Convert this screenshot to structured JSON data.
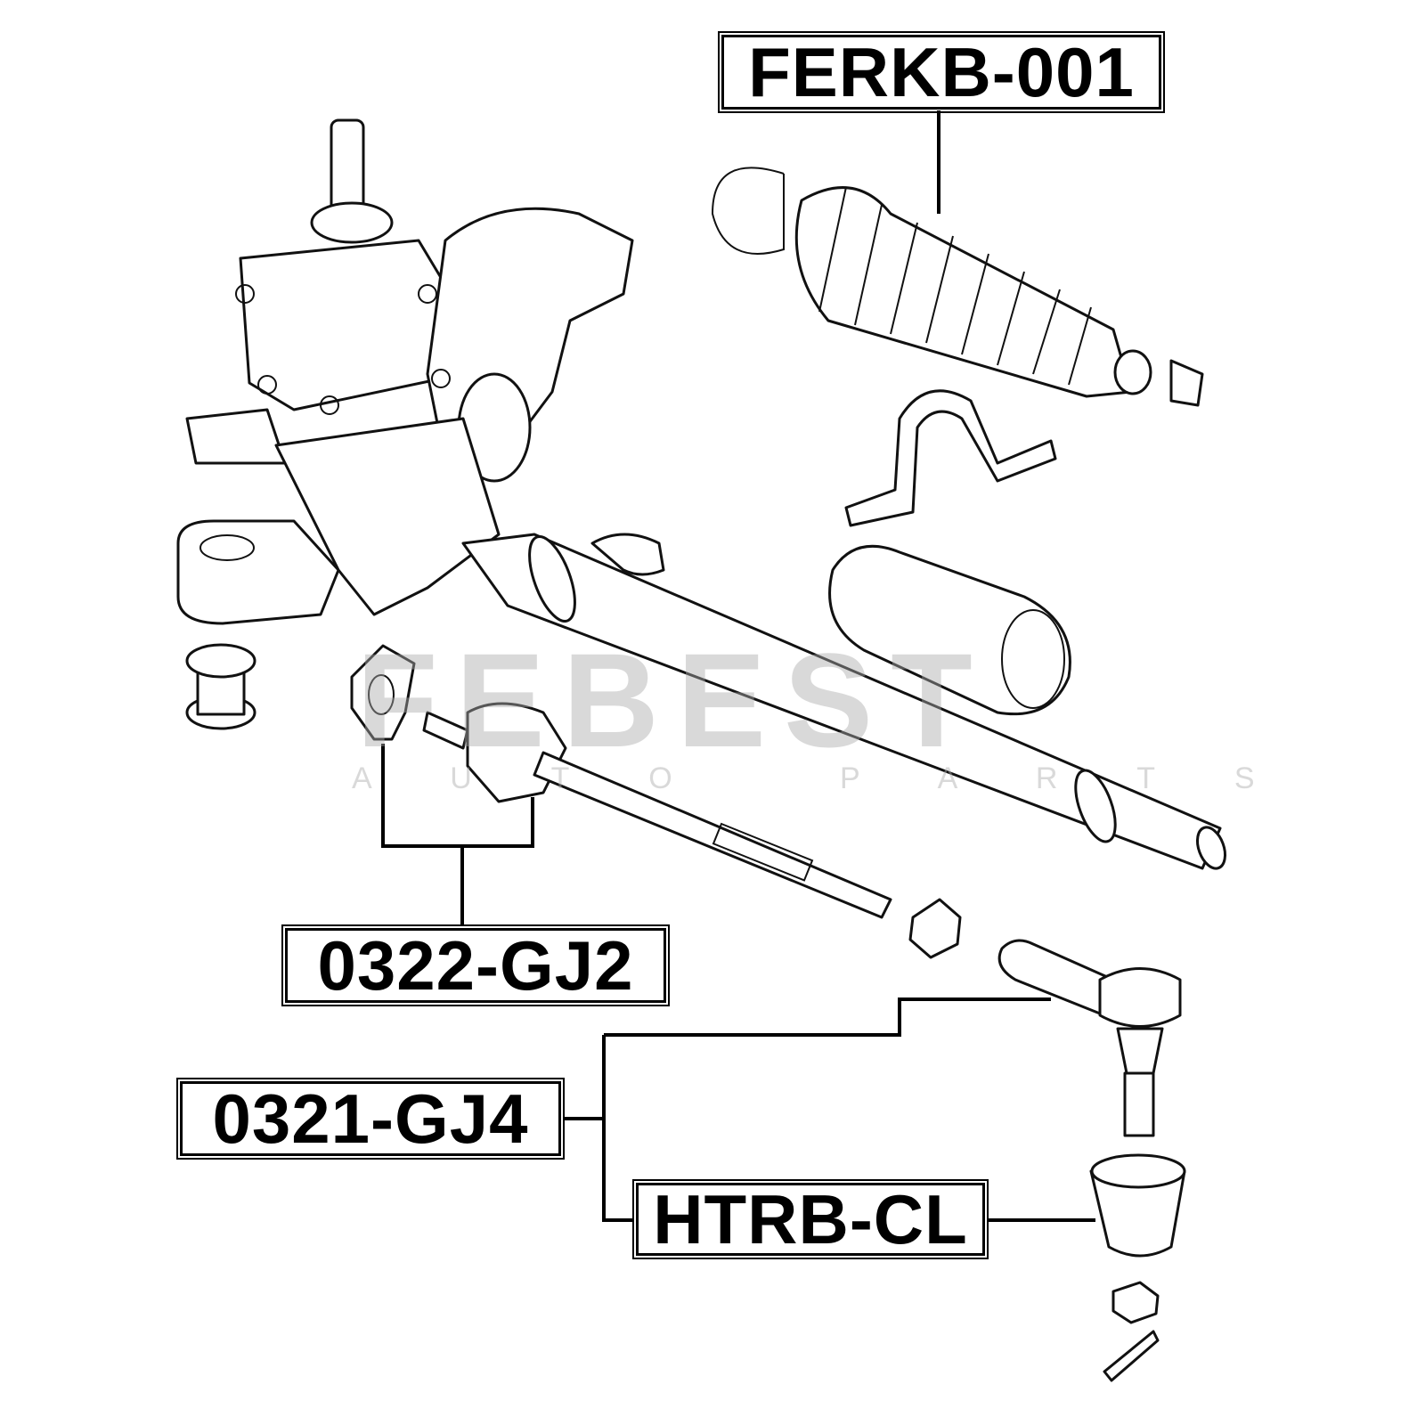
{
  "labels": {
    "boot": "FERKB-001",
    "inner_tie_rod": "0322-GJ2",
    "tie_rod_end": "0321-GJ4",
    "ball_joint_boot": "HTRB-CL"
  },
  "watermark": {
    "brand": "FEBEST",
    "tagline": "A U T O   P A R T S"
  }
}
